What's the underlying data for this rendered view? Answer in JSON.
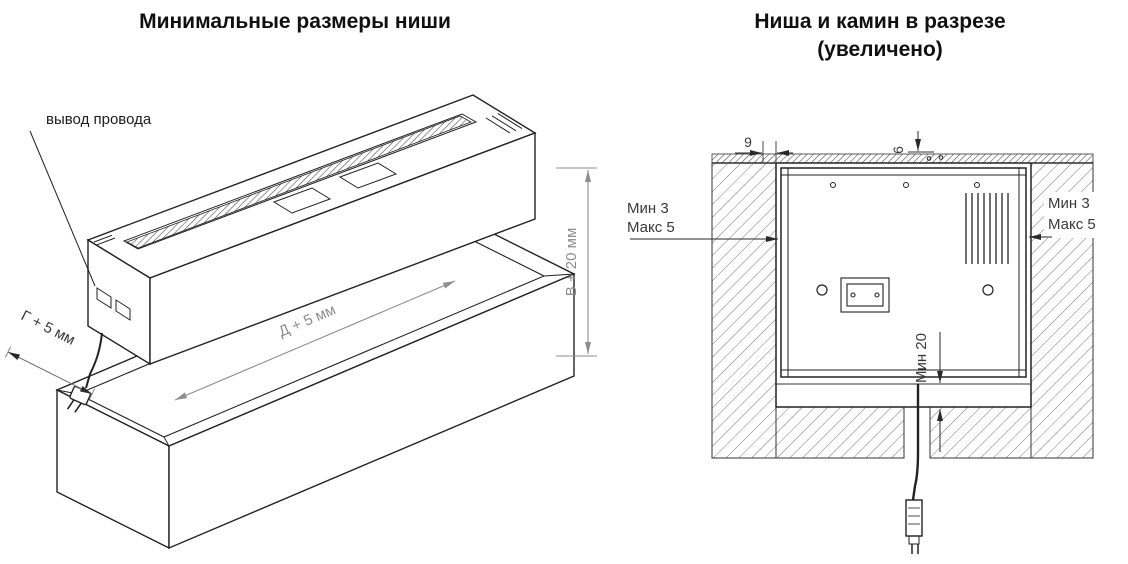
{
  "figure": {
    "left": {
      "title": "Минимальные размеры ниши",
      "labels": {
        "wire": "вывод провода",
        "depth": "Г + 5 мм",
        "length": "Д + 5 мм",
        "height": "В + 20 мм"
      }
    },
    "right": {
      "title": "Ниша и камин в разрезе",
      "subtitle": "(увеличено)",
      "labels": {
        "top_offset": "9",
        "top_gap": "6",
        "left_gap_min": "Мин 3",
        "left_gap_max": "Макс 5",
        "right_gap_min": "Мин 3",
        "right_gap_max": "Макс 5",
        "bottom_gap": "Мин 20"
      }
    },
    "colors": {
      "ink": "#222222",
      "dim_gray": "#8d8d8d",
      "background": "#ffffff"
    }
  }
}
